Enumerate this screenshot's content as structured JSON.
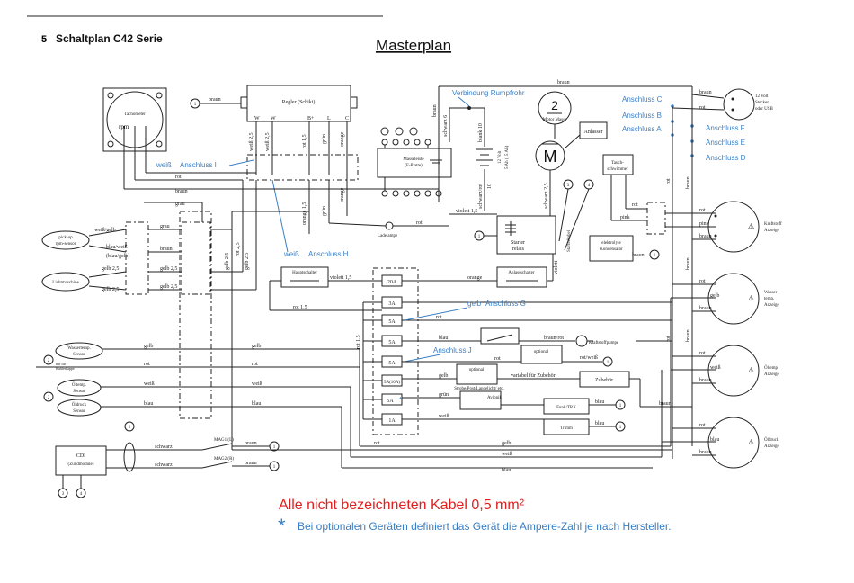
{
  "header": {
    "page_mark": "5",
    "doc_title": "Schaltplan C42 Serie",
    "title": "Masterplan"
  },
  "components": {
    "tachometer": "Tachometer",
    "rpm": "rpm",
    "regler": "Regler (Schiki)",
    "regler_w1": "W",
    "regler_w2": "W",
    "regler_bplus": "B+",
    "regler_l": "L",
    "regler_c": "C",
    "masseleiste": "Masseleiste",
    "masseleiste_sub": "(E-Platte)",
    "battery_v": "12 Volt",
    "battery_ah": "5 Ah (15 Ah)",
    "motor_masse": "Motor Masse",
    "motor_num": "2",
    "motor_m": "M",
    "anlasser": "Anlasser",
    "starter_relais_1": "Starter",
    "starter_relais_2": "relais",
    "starterkabel": "Starterkabel",
    "tauchschwimmer_1": "Tauch-",
    "tauchschwimmer_2": "schwimmer",
    "kondensator_1": "elektrolyte",
    "kondensator_2": "Kondensator",
    "ladelampe": "Ladelampe",
    "hauptschalter": "Hauptschalter",
    "anlassschalter": "Anlassschalter",
    "kraftstoffpumpe": "Kraftstoffpumpe",
    "optional_1": "optional",
    "optional_2": "optional",
    "strobe": "Strobe/Post/Landelicht/ etc.",
    "avionik": "Avionik",
    "funk": "Funk/TRX",
    "trimm": "Trimm",
    "zubehoer": "Zubehör",
    "pickup_1": "pick-up",
    "pickup_2": "rpm-sensor",
    "lichtmaschine": "Lichtmaschine",
    "wassertemp_1": "Wassertemp.",
    "wassertemp_2": "Sensor",
    "kuehlerkappe_1": "nur für",
    "kuehlerkappe_2": "Kühlerkappe",
    "oeltemp_1": "Öltemp.",
    "oeltemp_2": "Sensor",
    "oeldruck_1": "Öldruck",
    "oeldruck_2": "Sensor",
    "cdi_1": "CDI",
    "cdi_2": "(Zündmodule)",
    "mag1": "MAG1 (L)",
    "mag2": "MAG2 (R)",
    "stecker_1": "12 Volt",
    "stecker_2": "Stecker",
    "stecker_3": "oder USB",
    "g_kraftstoff_1": "Kraftstoff",
    "g_kraftstoff_2": "Anzeige",
    "g_wasser_1": "Wasser-",
    "g_wasser_2": "temp.",
    "g_wasser_3": "Anzeige",
    "g_oeltemp_1": "Öltemp.",
    "g_oeltemp_2": "Anzeige",
    "g_oeldruck_1": "Öldruck",
    "g_oeldruck_2": "Anzeige"
  },
  "fuses": [
    "20A",
    "3A",
    "5A",
    "5A",
    "5A",
    "5A(10A)",
    "5A",
    "1A"
  ],
  "fuse_star": "*",
  "numbers": {
    "n1": "1",
    "n2": "2",
    "n3": "3",
    "n4": "4"
  },
  "wires": {
    "braun": "braun",
    "rot": "rot",
    "grau": "grau",
    "gelb": "gelb",
    "blau": "blau",
    "weiss": "weiß",
    "gruen": "grün",
    "orange": "orange",
    "schwarz": "schwarz",
    "pink": "pink",
    "weiss_gelb": "weiß/gelb",
    "blau_weiss": "blau/weiß",
    "blau_gelb": "(blau/gelb)",
    "gelb_25": "gelb 2,5",
    "weiss_25": "weiß 2,5",
    "rot_15": "rot 1,5",
    "rot_25": "rot 2,5",
    "violett_15": "violett 1,5",
    "violett": "violett",
    "braun_rot": "braun/rot",
    "rot_weiss": "rot/weiß",
    "schwarz_6": "schwarz 6",
    "schwarz_rot": "schwarz/rot",
    "schwarz_25": "schwarz 2,5",
    "blank_10": "blank 10",
    "n10": "10",
    "orange_15": "orange 1,5",
    "variabel": "variabel für Zubehör",
    "rot_15b": "rot 1,5"
  },
  "annotations": {
    "rumpfrohr": "Verbindung Rumpfrohr",
    "anschluss_a": "Anschluss A",
    "anschluss_b": "Anschluss B",
    "anschluss_c": "Anschluss C",
    "anschluss_d": "Anschluss D",
    "anschluss_e": "Anschluss E",
    "anschluss_f": "Anschluss F",
    "anschluss_g": "Anschluss G",
    "anschluss_h": "Anschluss H",
    "anschluss_i": "Anschluss I",
    "anschluss_j": "Anschluss J",
    "weiss_i": "weiß",
    "gelb_g": "gelb",
    "weiss_h": "weiß"
  },
  "notes": {
    "cable": "Alle nicht bezeichneten Kabel 0,5 mm²",
    "star": "*",
    "optional_devices": "Bei optionalen Geräten definiert das Gerät die Ampere-Zahl je nach Hersteller."
  },
  "colors": {
    "annotation": "#3a7fc4",
    "note_red": "#e02020",
    "line": "#222222"
  }
}
